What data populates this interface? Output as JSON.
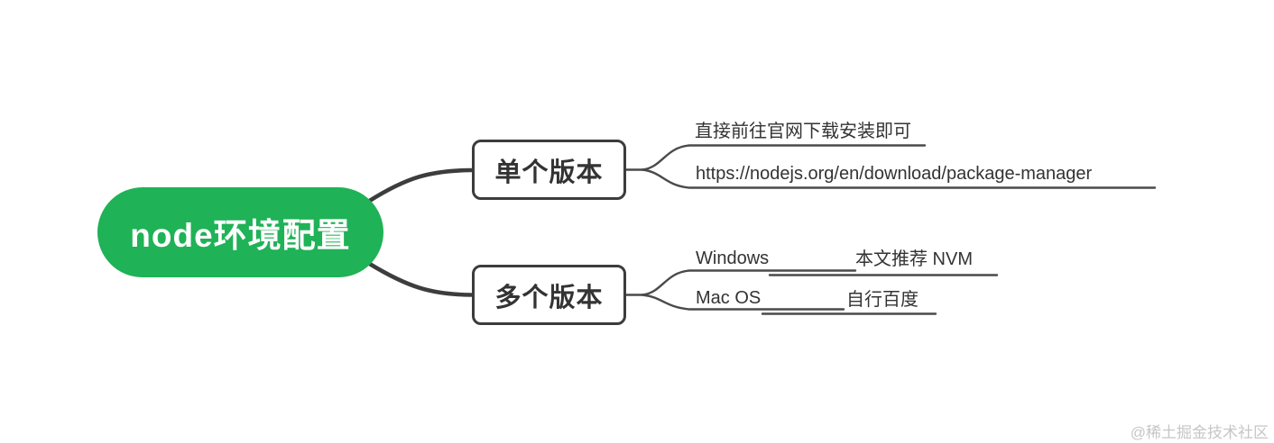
{
  "colors": {
    "page_bg": "#ffffff",
    "accent_green": "#1fb257",
    "root_text": "#ffffff",
    "branch_border": "#3c3c3c",
    "node_text": "#333333",
    "connector_thick": "#3d3d3d",
    "connector_thin": "#4a4a4a",
    "watermark_color": "#c6c6c6"
  },
  "mindmap": {
    "root": {
      "label": "node环境配置"
    },
    "branches": [
      {
        "label": "单个版本",
        "children": [
          {
            "label": "直接前往官网下载安装即可"
          },
          {
            "label": "https://nodejs.org/en/download/package-manager"
          }
        ]
      },
      {
        "label": "多个版本",
        "children": [
          {
            "label": "Windows",
            "note": "本文推荐 NVM"
          },
          {
            "label": "Mac OS",
            "note": "自行百度"
          }
        ]
      }
    ]
  },
  "watermark": {
    "label": "@稀土掘金技术社区"
  }
}
